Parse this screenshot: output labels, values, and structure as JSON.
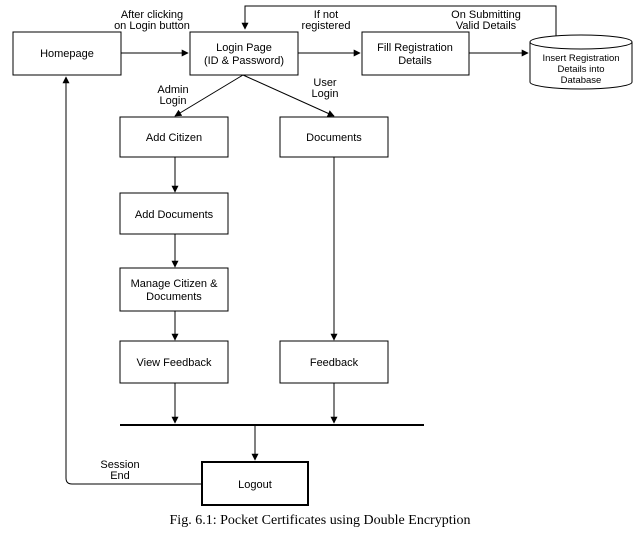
{
  "nodes": {
    "homepage": "Homepage",
    "login": [
      "Login Page",
      "(ID & Password)"
    ],
    "registration": [
      "Fill Registration",
      "Details"
    ],
    "database": [
      "Insert Registration",
      "Details into",
      "Database"
    ],
    "add_citizen": "Add Citizen",
    "documents": "Documents",
    "add_documents": "Add Documents",
    "manage": [
      "Manage Citizen &",
      "Documents"
    ],
    "view_feedback": "View Feedback",
    "feedback": "Feedback",
    "logout": "Logout"
  },
  "edge_labels": {
    "after_login": [
      "After clicking",
      "on Login button"
    ],
    "if_not_registered": [
      "If not",
      "registered"
    ],
    "on_submitting": [
      "On Submitting",
      "Valid Details"
    ],
    "admin_login": [
      "Admin",
      "Login"
    ],
    "user_login": [
      "User",
      "Login"
    ],
    "session_end": [
      "Session",
      "End"
    ]
  },
  "caption": "Fig. 6.1: Pocket Certificates using Double Encryption"
}
